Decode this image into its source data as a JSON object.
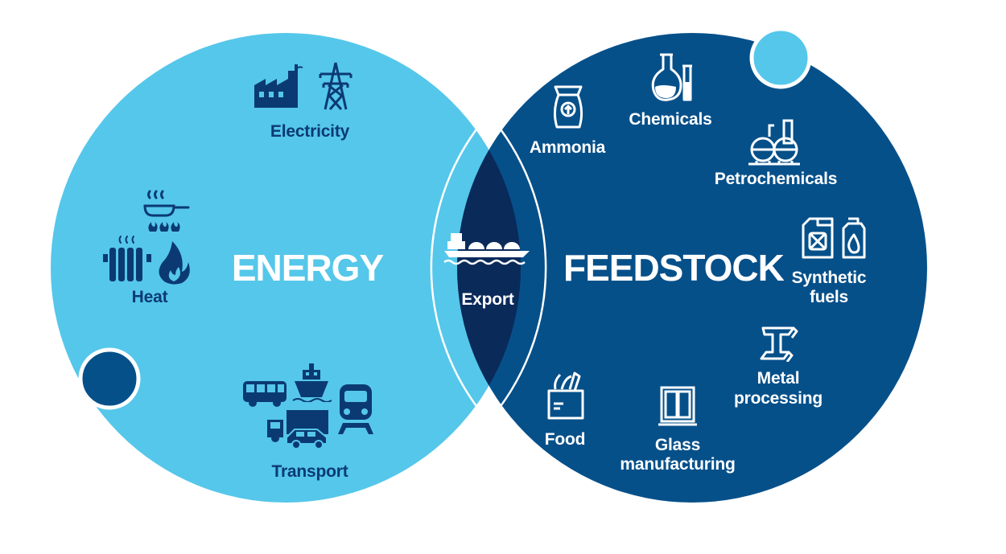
{
  "colors": {
    "energy": "#55c7ea",
    "feedstock": "#06508a",
    "overlap": "#0a2a5a",
    "energy_text": "#0b3a72",
    "white": "#ffffff"
  },
  "energy": {
    "title": "ENERGY",
    "items": {
      "electricity": "Electricity",
      "heat": "Heat",
      "transport": "Transport"
    }
  },
  "overlap": {
    "label": "Export"
  },
  "feedstock": {
    "title": "FEEDSTOCK",
    "items": {
      "ammonia": "Ammonia",
      "chemicals": "Chemicals",
      "petrochemicals": "Petrochemicals",
      "synthetic_fuels_1": "Synthetic",
      "synthetic_fuels_2": "fuels",
      "metal_processing_1": "Metal",
      "metal_processing_2": "processing",
      "glass_1": "Glass",
      "glass_2": "manufacturing",
      "food": "Food"
    }
  },
  "icons": [
    "factory-icon",
    "pylon-icon",
    "cooking-pan-icon",
    "radiator-icon",
    "flame-icon",
    "bus-icon",
    "ship-icon",
    "train-icon",
    "truck-icon",
    "car-icon",
    "tanker-ship-icon",
    "fertilizer-bag-icon",
    "flask-icon",
    "refinery-tanks-icon",
    "fuel-can-icon",
    "fuel-drop-icon",
    "steel-beam-icon",
    "window-icon",
    "grocery-bag-icon"
  ]
}
